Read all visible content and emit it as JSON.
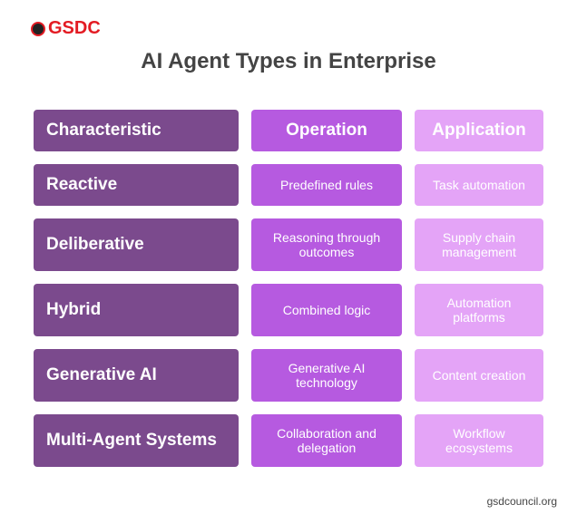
{
  "logo": {
    "text": "GSDC"
  },
  "title": "AI Agent Types in Enterprise",
  "headers": [
    "Characteristic",
    "Operation",
    "Application"
  ],
  "rows": [
    {
      "type": "Reactive",
      "operation": "Predefined rules",
      "application": "Task automation"
    },
    {
      "type": "Deliberative",
      "operation": "Reasoning through outcomes",
      "application": "Supply chain management"
    },
    {
      "type": "Hybrid",
      "operation": "Combined logic",
      "application": "Automation platforms"
    },
    {
      "type": "Generative AI",
      "operation": "Generative AI technology",
      "application": "Content creation"
    },
    {
      "type": "Multi-Agent Systems",
      "operation": "Collaboration and delegation",
      "application": "Workflow ecosystems"
    }
  ],
  "footer": "gsdcouncil.org",
  "colors": {
    "characteristic": "#7b4a8d",
    "operation": "#b65ae0",
    "application": "#e4a4f7"
  }
}
